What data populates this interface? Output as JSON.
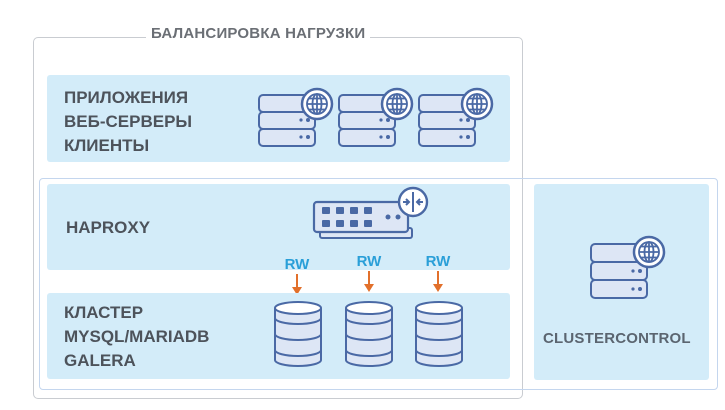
{
  "outer_title": "БАЛАНСИРОВКА НАГРУЗКИ",
  "apps_panel": {
    "lines": [
      "ПРИЛОЖЕНИЯ",
      "ВЕБ-СЕРВЕРЫ",
      "КЛИЕНТЫ"
    ],
    "icons": [
      "web-server-icon",
      "web-server-icon",
      "web-server-icon"
    ]
  },
  "haproxy_panel": {
    "label": "HAPROXY",
    "icon": "network-switch-router-icon"
  },
  "connections": [
    {
      "label": "RW"
    },
    {
      "label": "RW"
    },
    {
      "label": "RW"
    }
  ],
  "cluster_panel": {
    "lines": [
      "КЛАСТЕР",
      "MYSQL/MARIADB",
      "GALERA"
    ],
    "icons": [
      "database-icon",
      "database-icon",
      "database-icon"
    ]
  },
  "clustercontrol_panel": {
    "label": "CLUSTERCONTROL",
    "icon": "web-server-icon"
  },
  "colors": {
    "panel_fill": "#d3ecf9",
    "icon_stroke": "#4a69a5",
    "icon_fill": "#dde6f5",
    "arrow": "#e2702b",
    "rw_text": "#2a9fd8"
  }
}
